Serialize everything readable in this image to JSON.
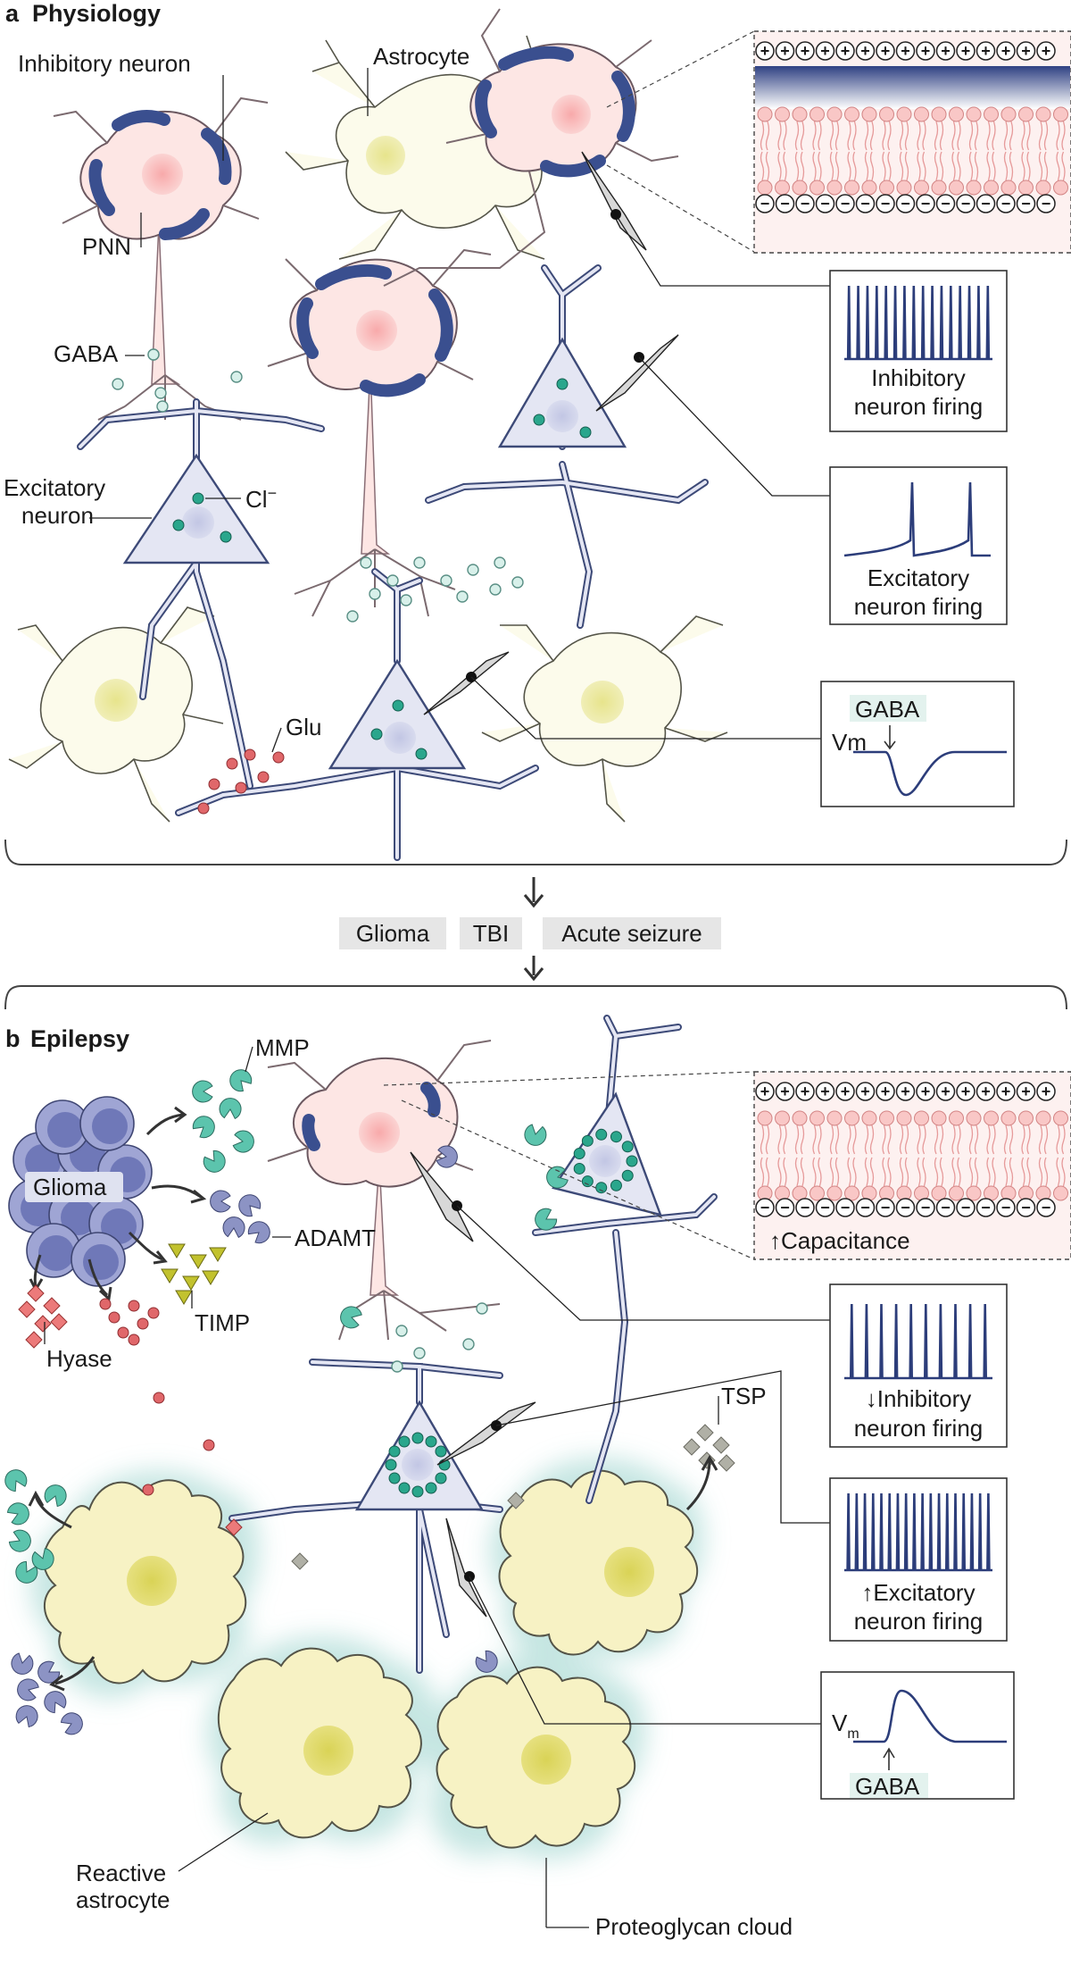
{
  "panel_a": {
    "letter": "a",
    "title": "Physiology",
    "labels": {
      "inhibitory_neuron": "Inhibitory neuron",
      "astrocyte": "Astrocyte",
      "pnn": "PNN",
      "gaba": "GABA",
      "excitatory_neuron_line1": "Excitatory",
      "excitatory_neuron_line2": "neuron",
      "chloride": "Cl",
      "chloride_superscript": "−",
      "glu": "Glu"
    },
    "panels": {
      "inhibitory_line1": "Inhibitory",
      "inhibitory_line2": "neuron firing",
      "excitatory_line1": "Excitatory",
      "excitatory_line2": "neuron firing",
      "vm_gaba": "GABA",
      "vm_label": "Vm"
    },
    "membrane": {
      "plus": "+",
      "minus": "−"
    }
  },
  "triggers": [
    "Glioma",
    "TBI",
    "Acute seizure"
  ],
  "panel_b": {
    "letter": "b",
    "title": "Epilepsy",
    "labels": {
      "mmp": "MMP",
      "glioma": "Glioma",
      "adamt": "ADAMT",
      "timp": "TIMP",
      "hyase": "Hyase",
      "tsp": "TSP",
      "reactive_line1": "Reactive",
      "reactive_line2": "astrocyte",
      "proteoglycan": "Proteoglycan cloud",
      "capacitance": "↑Capacitance"
    },
    "panels": {
      "inhibitory_line1": "↓Inhibitory",
      "inhibitory_line2": "neuron firing",
      "excitatory_line1": "↑Excitatory",
      "excitatory_line2": "neuron firing",
      "vm_label": "V",
      "vm_sub": "m",
      "vm_gaba": "GABA"
    }
  },
  "colors": {
    "pnn": "#3a4f8f",
    "excitatory_neuron": "#e4e6f3",
    "inhibitory_neuron": "#fde6e4",
    "astrocyte": "#fcfbeb",
    "reactive_astrocyte": "#f7f2c4",
    "proteoglycan_glow": "#bfe3df",
    "chloride": "#2aa68c",
    "gaba": "#d8f0ea",
    "glutamate": "#e0676a",
    "mmp": "#5cc4ad",
    "adamt": "#8c93c4",
    "timp": "#c2c22e",
    "hyase": "#ec7a7a",
    "tsp": "#b0b0a6"
  }
}
